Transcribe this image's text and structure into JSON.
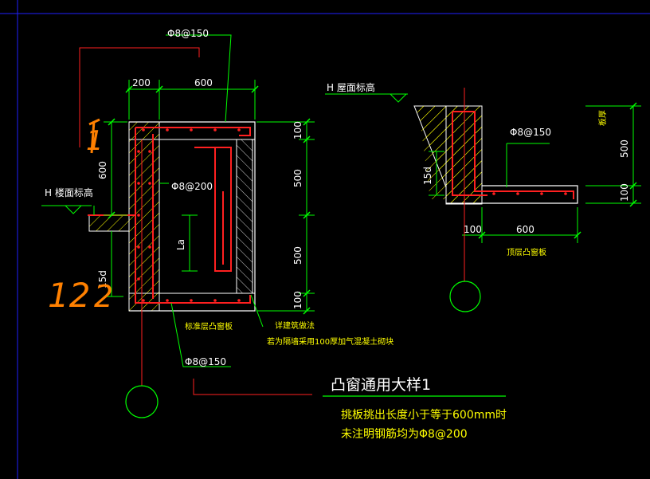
{
  "labels": {
    "rebar_top_left": "Φ8@150",
    "dim_200": "200",
    "dim_600_top": "600",
    "dim_600_left": "600",
    "floor_level": "H  楼面标高",
    "rebar_mid": "Φ8@200",
    "la": "La",
    "d15_left": "15d",
    "dim_100_a": "100",
    "dim_500_a": "500",
    "dim_500_b": "500",
    "dim_100_b": "100",
    "std_board": "标准层凸窗板",
    "wall_method": "详建筑做法",
    "wall_note": "若为隔墙采用100厚加气混凝土砌块",
    "rebar_bottom": "Φ8@150",
    "roof_level": "H  屋面标高",
    "rebar_right": "Φ8@150",
    "d15_right": "15d",
    "dim_100_c": "100",
    "dim_600_right": "600",
    "top_board": "顶层凸窗板",
    "dim_500_c": "500",
    "dim_100_d": "100",
    "roof_board": "板厚",
    "title": "凸窗通用大样1",
    "note1": "挑板挑出长度小于等于600mm时",
    "note2": "未注明钢筋均为Φ8@200",
    "hand_1": "1",
    "hand_12": "12",
    "hand_2": "2"
  },
  "colors": {
    "concrete_outline": "#ffffff",
    "dimension": "#00ff00",
    "rebar": "#ff2020",
    "leader": "#ff2020",
    "text_note": "#ffff00",
    "axis": "#ff2020",
    "frame": "#0000ff",
    "hatch": "#ffff00",
    "handwriting": "#ff8000"
  }
}
